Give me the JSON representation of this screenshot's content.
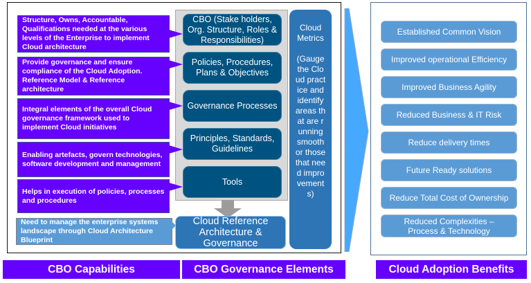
{
  "capabilities": [
    {
      "text": "Structure, Owns, Accountable, Qualifications needed at the various levels of the Enterprise to implement Cloud architecture"
    },
    {
      "text": "Provide governance and ensure compliance of the Cloud Adoption. Reference Model & Reference architecture"
    },
    {
      "text": "Integral elements of the overall Cloud governance framework used to implement Cloud initiatives"
    },
    {
      "text": "Enabling artefacts,  govern technologies, software development and management"
    },
    {
      "text": "Helps in execution of policies, processes and procedures"
    },
    {
      "text": "Need to manage the enterprise systems landscape through Cloud Architecture Blueprint"
    }
  ],
  "governance_elements": [
    {
      "text": "CBO (Stake holders, Org. Structure, Roles & Responsibilities)"
    },
    {
      "text": "Policies, Procedures, Plans & Objectives"
    },
    {
      "text": "Governance Processes"
    },
    {
      "text": "Principles, Standards, Guidelines"
    },
    {
      "text": "Tools"
    }
  ],
  "reference_architecture": "Cloud Reference Architecture & Governance",
  "metrics": {
    "title": "Cloud Metrics",
    "description": "(Gauge the Cloud practice and identify areas that are running smooth or those that need improvements)"
  },
  "benefits": [
    {
      "text": "Established Common Vision"
    },
    {
      "text": "Improved operational Efficiency"
    },
    {
      "text": "Improved Business Agility"
    },
    {
      "text": "Reduced Business & IT Risk"
    },
    {
      "text": "Reduce delivery times"
    },
    {
      "text": "Future Ready solutions"
    },
    {
      "text": "Reduce Total Cost of Ownership"
    },
    {
      "text": "Reduced Complexities – Process & Technology"
    }
  ],
  "section_labels": {
    "capabilities": "CBO Capabilities",
    "governance": "CBO Governance Elements",
    "benefits": "Cloud Adoption Benefits"
  },
  "colors": {
    "purple": "#6600ff",
    "dark_teal": "#005380",
    "mid_blue": "#2e75b6",
    "light_blue": "#5b9bd5",
    "arrow_blue": "#47a8ff",
    "grey_panel": "#d9d9d9"
  }
}
